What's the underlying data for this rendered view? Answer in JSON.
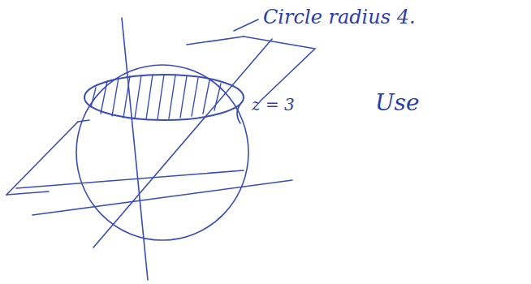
{
  "diagram": {
    "labels": [
      "Circle radius 4.",
      "z = 3",
      "Use"
    ]
  }
}
